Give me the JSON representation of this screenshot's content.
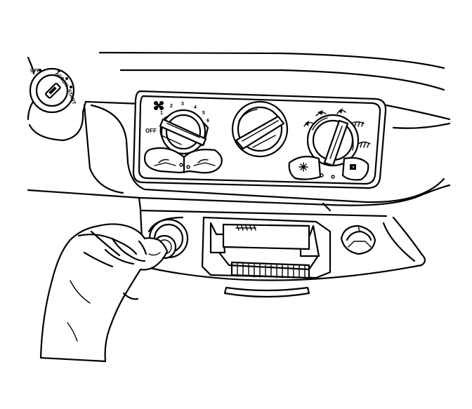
{
  "ignition": {
    "positions": [
      "OFF",
      "ACC",
      "ON",
      "START"
    ]
  },
  "fan_control": {
    "off_label": "OFF",
    "speed_labels": [
      "1",
      "2",
      "3",
      "4",
      "5",
      "6"
    ]
  },
  "icons": {
    "fan": "fan-icon",
    "mode": [
      "panel-vent-icon",
      "floor-icon",
      "defrost-icon"
    ],
    "ac_button": "snowflake-icon",
    "recirc_button": "recirculation-icon"
  },
  "colors": {
    "line": "#000000",
    "background": "#ffffff"
  }
}
